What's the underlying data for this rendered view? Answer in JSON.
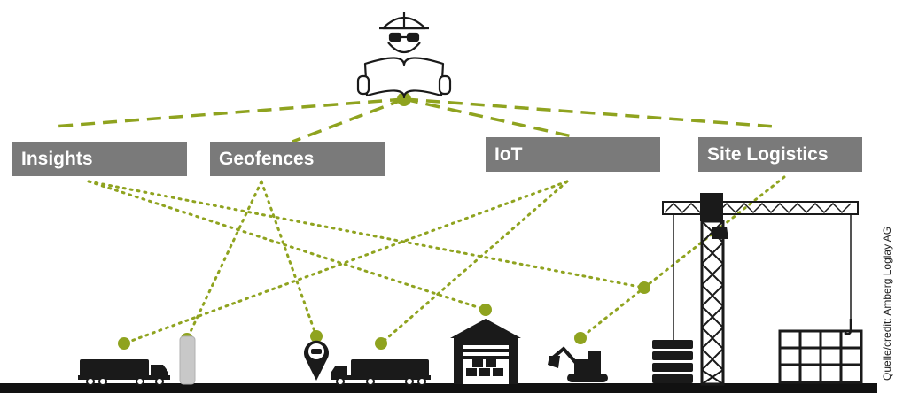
{
  "categories": [
    {
      "id": "insights",
      "label": "Insights"
    },
    {
      "id": "geofences",
      "label": "Geofences"
    },
    {
      "id": "iot",
      "label": "IoT"
    },
    {
      "id": "site-logistics",
      "label": "Site Logistics"
    }
  ],
  "credit": "Quelle/credit: Amberg Loglay AG",
  "icons": [
    "construction-worker-icon",
    "truck-icon",
    "sensor-pole-icon",
    "location-pin-car-icon",
    "warehouse-icon",
    "excavator-icon",
    "tower-crane-icon",
    "pallet-stack-icon",
    "scaffold-icon"
  ],
  "colors": {
    "accent": "#8fa31f",
    "box": "#7a7a7a",
    "ground": "#111111",
    "icon": "#1a1a1a"
  }
}
